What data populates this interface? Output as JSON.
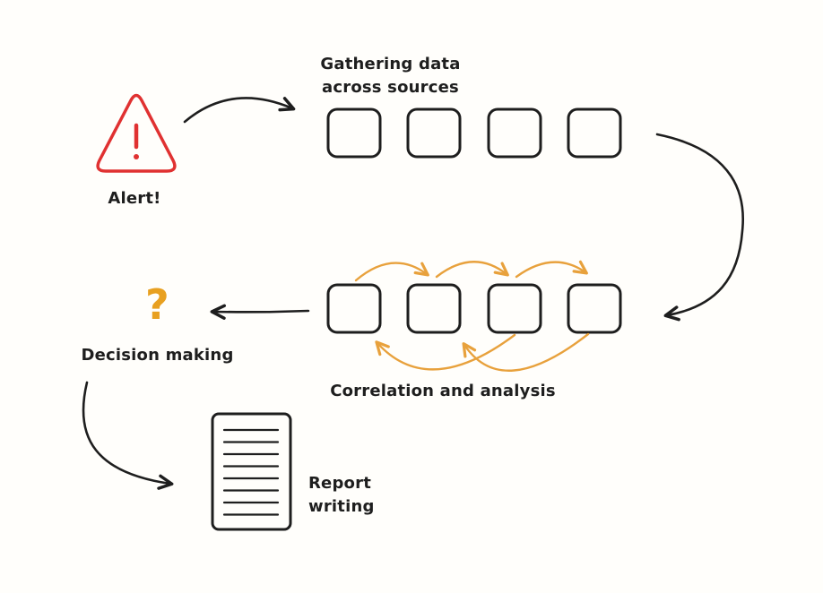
{
  "colors": {
    "ink": "#1e1e1e",
    "alert_red": "#e03131",
    "arrow_orange": "#e8a13c",
    "question_orange": "#e8a020",
    "background": "#fffefb"
  },
  "icons": {
    "warning_triangle": "warning-triangle-icon",
    "document": "document-icon",
    "question_mark": "question-mark-icon"
  },
  "labels": {
    "gathering": {
      "line1": "Gathering data",
      "line2": "across sources"
    },
    "alert": "Alert!",
    "correlation": "Correlation and analysis",
    "decision": "Decision making",
    "question_mark": "?",
    "report": {
      "line1": "Report",
      "line2": "writing"
    }
  },
  "nodes": {
    "gathering_row_count": 4,
    "correlation_row_count": 4
  }
}
